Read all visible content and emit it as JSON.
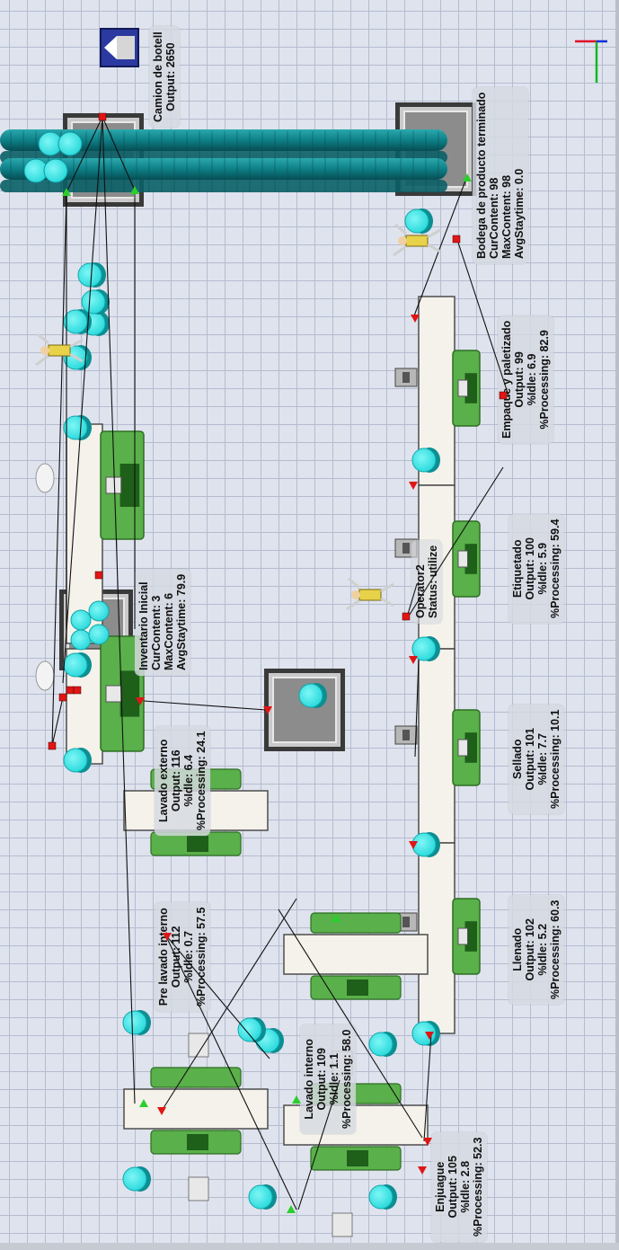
{
  "window": {
    "title": "FlexSim 3D model view"
  },
  "axes": {
    "colors": {
      "x": "#e0102a",
      "y": "#12b820",
      "z": "#1030d8"
    }
  },
  "colors": {
    "grid_bg": "#dfe3ee",
    "grid_line": "#b4bccf",
    "conveyor_tube": "#0e7f86",
    "bottle": "#1fd6d8",
    "machine_green": "#5ab04a",
    "port_red": "#e01515",
    "port_green": "#2bcf2b"
  },
  "objects": {
    "camion": {
      "name": "Camion de botell",
      "output_label": "Output: ",
      "output": "2650"
    },
    "bodega": {
      "name": "Bodega de producto terminado",
      "curcontent_label": "CurContent: ",
      "curcontent": "98",
      "maxcontent_label": "MaxContent: ",
      "maxcontent": "98",
      "avgstay_label": "AvgStaytime: ",
      "avgstay": "0.0"
    },
    "inventario": {
      "name": "Inventario Inicial",
      "curcontent_label": "CurContent: ",
      "curcontent": "3",
      "maxcontent_label": "MaxContent: ",
      "maxcontent": "6",
      "avgstay_label": "AvgStaytime: ",
      "avgstay": "79.9"
    },
    "lavado_externo": {
      "name": "Lavado externo",
      "output_label": "Output: ",
      "output": "116",
      "idle_label": "%Idle: ",
      "idle": "6.4",
      "processing_label": "%Processing: ",
      "processing": "24.1"
    },
    "pre_lavado": {
      "name": "Pre lavado interno",
      "output_label": "Output: ",
      "output": "112",
      "idle_label": "%Idle: ",
      "idle": "0.7",
      "processing_label": "%Processing: ",
      "processing": "57.5"
    },
    "lavado_interno": {
      "name": "Lavado interno",
      "output_label": "Output: ",
      "output": "109",
      "idle_label": "%Idle: ",
      "idle": "1.1",
      "processing_label": "%Processing: ",
      "processing": "58.0"
    },
    "enjuague": {
      "name": "Enjuague",
      "output_label": "Output: ",
      "output": "105",
      "idle_label": "%Idle: ",
      "idle": "2.8",
      "processing_label": "%Processing: ",
      "processing": "52.3"
    },
    "llenado": {
      "name": "Llenado",
      "output_label": "Output: ",
      "output": "102",
      "idle_label": "%Idle: ",
      "idle": "5.2",
      "processing_label": "%Processing: ",
      "processing": "60.3"
    },
    "sellado": {
      "name": "Sellado",
      "output_label": "Output: ",
      "output": "101",
      "idle_label": "%Idle: ",
      "idle": "7.7",
      "processing_label": "%Processing: ",
      "processing": "10.1"
    },
    "etiquetado": {
      "name": "Etiquetado",
      "output_label": "Output: ",
      "output": "100",
      "idle_label": "%Idle: ",
      "idle": "5.9",
      "processing_label": "%Processing: ",
      "processing": "59.4"
    },
    "empaque": {
      "name": "Empaque y paletizado",
      "output_label": "Output: ",
      "output": "99",
      "idle_label": "%Idle: ",
      "idle": "6.9",
      "processing_label": "%Processing: ",
      "processing": "82.9"
    },
    "operator2": {
      "name": "Operator2",
      "status_label": "Status: ",
      "status": "utilize"
    }
  }
}
